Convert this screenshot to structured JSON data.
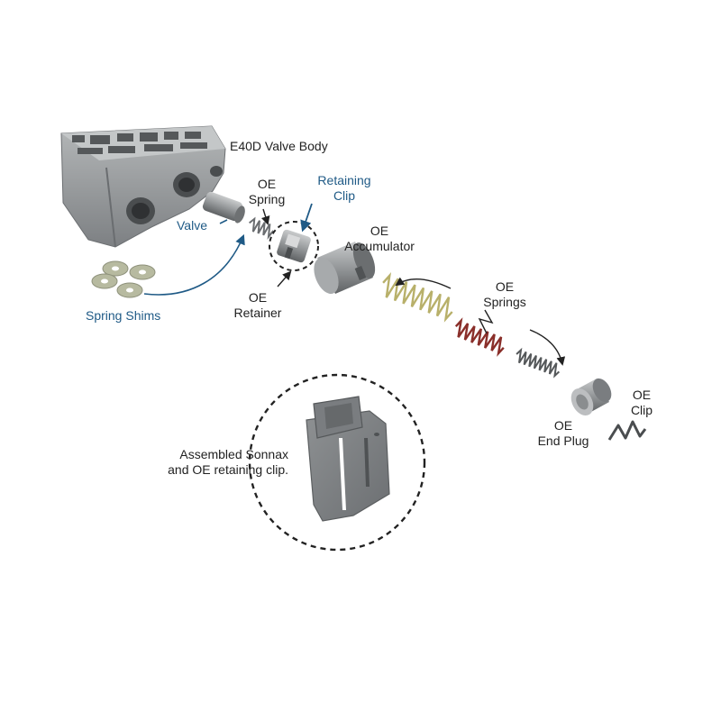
{
  "labels": {
    "valve_body": "E40D Valve Body",
    "retaining_clip": [
      "Retaining",
      "Clip"
    ],
    "oe_spring": [
      "OE",
      "Spring"
    ],
    "valve": "Valve",
    "oe_accumulator": [
      "OE",
      "Accumulator"
    ],
    "oe_retainer": [
      "OE",
      "Retainer"
    ],
    "spring_shims": "Spring Shims",
    "oe_springs": [
      "OE",
      "Springs"
    ],
    "oe_clip": [
      "OE",
      "Clip"
    ],
    "oe_end_plug": [
      "OE",
      "End Plug"
    ],
    "assembled": [
      "Assembled Sonnax",
      "and OE retaining clip."
    ]
  },
  "colors": {
    "sonnax_label": "#1f5a86",
    "oe_label": "#222222",
    "metal": "#8e9193",
    "spring_light": "#c9c27a",
    "spring_red": "#8a2f2a"
  }
}
